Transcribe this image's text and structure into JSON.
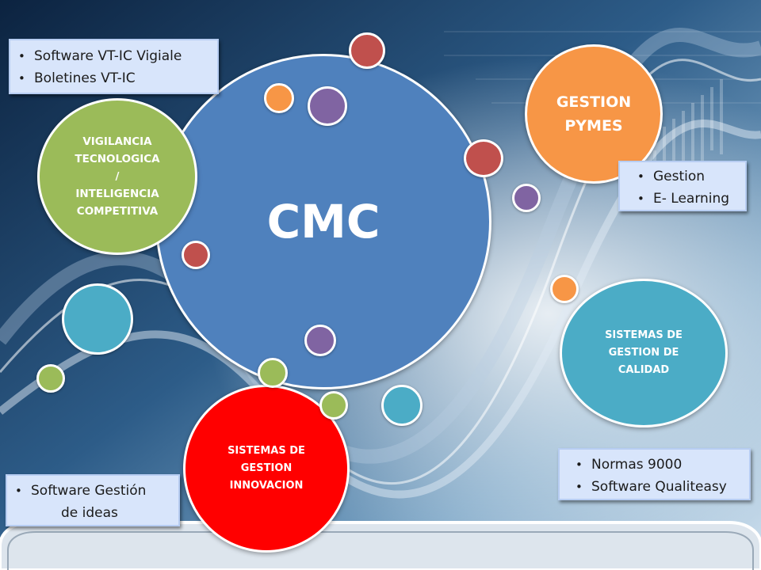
{
  "center": {
    "label": "CMC",
    "color": "#4f81bd"
  },
  "hubs": {
    "vigilancia": {
      "lines": [
        "VIGILANCIA",
        "TECNOLOGICA",
        "/",
        "INTELIGENCIA",
        "COMPETITIVA"
      ],
      "color": "#9bbb59"
    },
    "gestion_pymes": {
      "lines": [
        "GESTION",
        "PYMES"
      ],
      "color": "#f79646"
    },
    "calidad": {
      "lines": [
        "SISTEMAS DE",
        "GESTION DE",
        "CALIDAD"
      ],
      "color": "#4bacc6"
    },
    "innovacion": {
      "lines": [
        "SISTEMAS DE",
        "GESTION",
        "INNOVACION"
      ],
      "color": "#ff0000"
    }
  },
  "notes": {
    "vigilancia": [
      "Software VT-IC Vigiale",
      "Boletines VT-IC"
    ],
    "pymes": [
      "Gestion",
      "E- Learning"
    ],
    "calidad": [
      "Normas 9000",
      "Software Qualiteasy"
    ],
    "innovacion": [
      "Software Gestión",
      "de ideas"
    ]
  },
  "dot_colors": {
    "red": "#c0504d",
    "orange": "#f79646",
    "purple": "#8064a2",
    "green": "#9bbb59",
    "teal": "#4bacc6"
  }
}
